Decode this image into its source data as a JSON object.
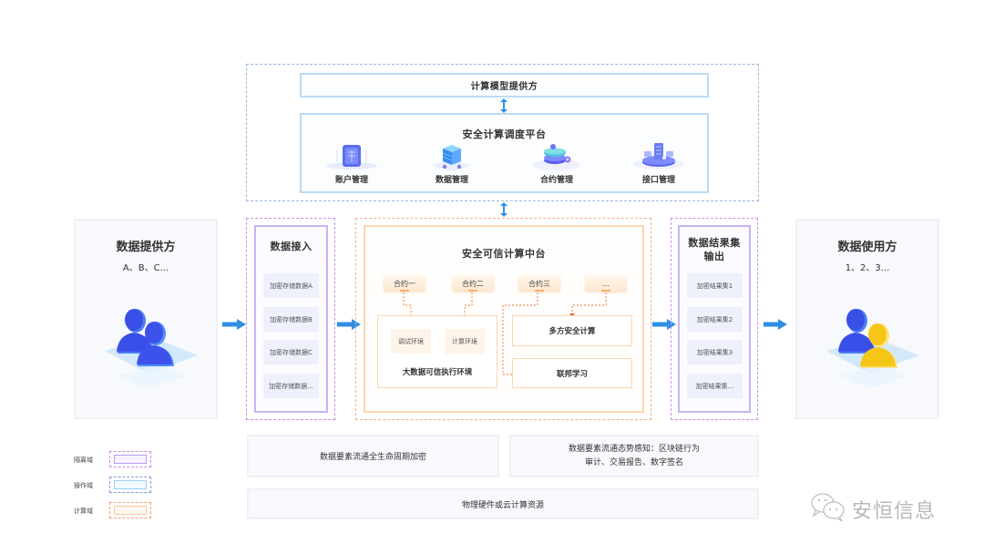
{
  "top": {
    "model_provider": "计算模型提供方",
    "platform_title": "安全计算调度平台",
    "mgmt_items": [
      {
        "label": "账户管理",
        "icon": "account-management-icon"
      },
      {
        "label": "数据管理",
        "icon": "data-management-icon"
      },
      {
        "label": "合约管理",
        "icon": "contract-management-icon"
      },
      {
        "label": "接口管理",
        "icon": "interface-management-icon"
      }
    ]
  },
  "provider": {
    "title": "数据提供方",
    "subtitle": "A、B、C...",
    "icon": "users-icon"
  },
  "ingest": {
    "title": "数据接入",
    "items": [
      "加密存储数据A",
      "加密存储数据B",
      "加密存储数据C",
      "加密存储数据..."
    ]
  },
  "middle": {
    "title": "安全可信计算中台",
    "contracts": [
      "合约一",
      "合约二",
      "合约三",
      "..."
    ],
    "env_items": [
      "调试环境",
      "计算环境"
    ],
    "env_title": "大数据可信执行环境",
    "mpc": "多方安全计算",
    "fl": "联邦学习"
  },
  "output": {
    "title_line1": "数据结果集",
    "title_line2": "输出",
    "items": [
      "加密结果集1",
      "加密结果集2",
      "加密结果集3",
      "加密结果集..."
    ]
  },
  "consumer": {
    "title": "数据使用方",
    "subtitle": "1、2、3...",
    "icon": "users-icon"
  },
  "bottom": {
    "encryption": "数据要素流通全生命周期加密",
    "awareness_line1": "数据要素流通态势感知：区块链行为",
    "awareness_line2": "审计、交易报告、数字签名",
    "hardware": "物理硬件或云计算资源"
  },
  "legend": [
    {
      "label": "隔离域",
      "color": "#c7b5f2"
    },
    {
      "label": "操作域",
      "color": "#b8dcf8"
    },
    {
      "label": "计算域",
      "color": "#fcd5b0"
    }
  ],
  "watermark": {
    "text": "安恒信息",
    "icon": "wechat-icon"
  },
  "colors": {
    "arrow_blue": "#2f8ee6",
    "dashed_orange": "#e8733a",
    "user_blue": "#3d56f0",
    "user_yellow": "#f5c518"
  }
}
